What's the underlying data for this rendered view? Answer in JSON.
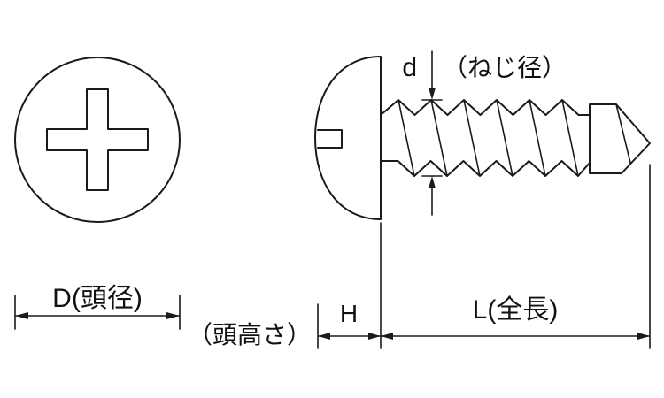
{
  "diagram": {
    "labels": {
      "thread_diameter_symbol": "d",
      "thread_diameter_name": "（ねじ径）",
      "head_diameter": "D(頭径)",
      "head_height_name": "（頭高さ）",
      "head_height_symbol": "H",
      "total_length": "L(全長)"
    },
    "colors": {
      "line": "#1a1a1a",
      "text": "#111111",
      "background": "#ffffff"
    }
  }
}
